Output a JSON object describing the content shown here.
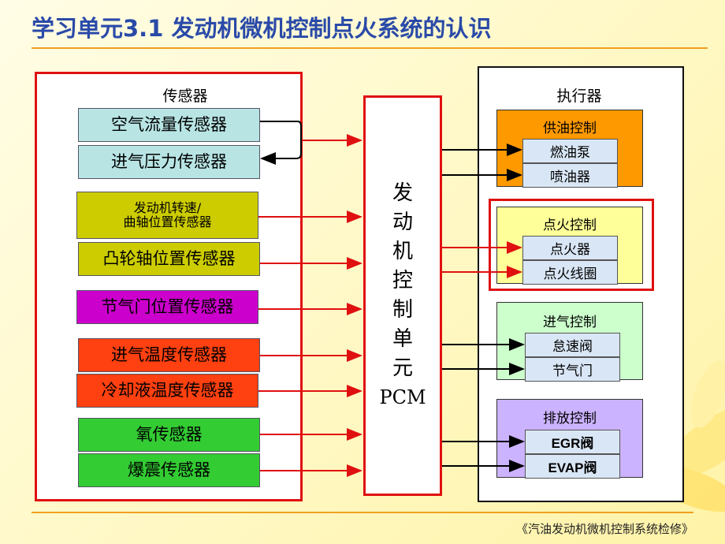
{
  "title": "学习单元3.1  发动机微机控制点火系统的认识",
  "footer": "《汽油发动机微机控制系统检修》",
  "sensors_heading": "传感器",
  "actuators_heading": "执行器",
  "pcm_chars": [
    "发",
    "动",
    "机",
    "控",
    "制",
    "单",
    "元",
    "PCM"
  ],
  "sensors": [
    {
      "label": "空气流量传感器",
      "color": "#b8e4e4"
    },
    {
      "label": "进气压力传感器",
      "color": "#b8e4e4"
    },
    {
      "label_line1": "发动机转速/",
      "label_line2": "曲轴位置传感器",
      "color": "#cccc00"
    },
    {
      "label": "凸轮轴位置传感器",
      "color": "#cccc00"
    },
    {
      "label": "节气门位置传感器",
      "color": "#cc00cc"
    },
    {
      "label": "进气温度传感器",
      "color": "#ff4010"
    },
    {
      "label": "冷却液温度传感器",
      "color": "#ff4010"
    },
    {
      "label": "氧传感器",
      "color": "#33cc33"
    },
    {
      "label": "爆震传感器",
      "color": "#33cc33"
    }
  ],
  "actuator_groups": [
    {
      "title": "供油控制",
      "color": "#ff9900",
      "items": [
        "燃油泵",
        "喷油器"
      ]
    },
    {
      "title": "点火控制",
      "color": "#ffff99",
      "items": [
        "点火器",
        "点火线圈"
      ]
    },
    {
      "title": "进气控制",
      "color": "#ccffcc",
      "items": [
        "怠速阀",
        "节气门"
      ]
    },
    {
      "title": "排放控制",
      "color": "#ccb3ff",
      "items": [
        "EGR阀",
        "EVAP阀"
      ]
    }
  ],
  "colors": {
    "frame_red": "#e01010",
    "title_blue": "#2a4aa8",
    "item_fill": "#d9e6f5"
  }
}
